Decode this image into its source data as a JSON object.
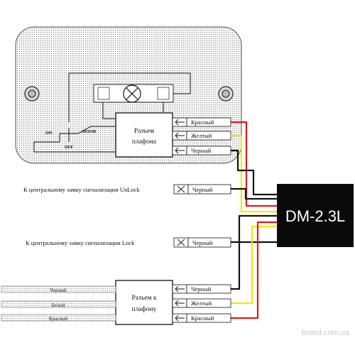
{
  "diagram": {
    "switch_positions": {
      "on": "ON",
      "door": "DOOR",
      "off": "OFF"
    },
    "ceiling_connector": {
      "line1": "Разъем",
      "line2": "плафона"
    },
    "module": {
      "label": "DM-2.3L"
    },
    "top_connector_pins": [
      {
        "label": "Красный",
        "wire_color": "#e01818"
      },
      {
        "label": "Желтый",
        "wire_color": "#f4e800"
      },
      {
        "label": "Черный",
        "wire_color": "#111111"
      }
    ],
    "unlock": {
      "caption": "К центральному замку сигнализации UnLock",
      "pin_label": "Черный"
    },
    "lock": {
      "caption": "К центральному замку сигнализации Lock",
      "pin_label": "Черный"
    },
    "lamp_connector": {
      "line1": "Разъем  к",
      "line2": "плафону"
    },
    "bottom_connector_pins": [
      {
        "label": "Черный",
        "wire_color": "#111111"
      },
      {
        "label": "Желтый",
        "wire_color": "#f4e800"
      },
      {
        "label": "Красный",
        "wire_color": "#e01818"
      }
    ],
    "harness_wires": [
      "Черный",
      "Белый",
      "Красный"
    ],
    "watermark": "board.com.ua"
  }
}
